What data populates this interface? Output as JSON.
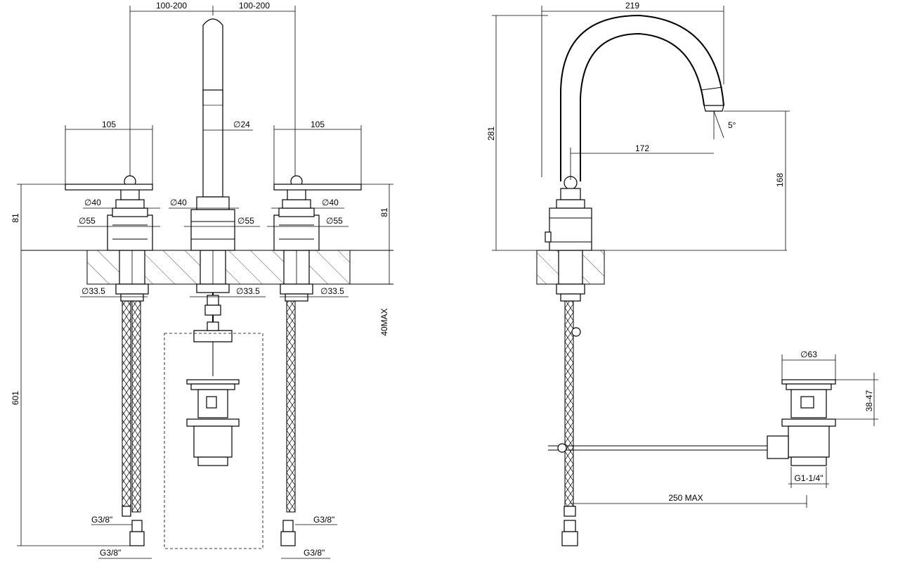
{
  "front_view": {
    "dims": {
      "spread_left": "100-200",
      "spread_right": "100-200",
      "handle_left": "105",
      "handle_right": "105",
      "spout_dia": "∅24",
      "collar_left": "∅40",
      "collar_mid": "∅40",
      "collar_right": "∅40",
      "base_left": "∅55",
      "base_mid": "∅55",
      "base_right": "∅55",
      "shank_left": "∅33.5",
      "shank_mid": "∅33.5",
      "shank_right": "∅33.5",
      "height_left": "81",
      "height_right": "81",
      "deck_max": "40MAX",
      "hose_length": "601",
      "thread_1": "G3/8\"",
      "thread_2": "G3/8\"",
      "thread_3": "G3/8\""
    }
  },
  "side_view": {
    "dims": {
      "reach_total": "219",
      "height_total": "281",
      "spout_angle": "5°",
      "spout_reach": "172",
      "spout_height": "168",
      "drain_dia": "∅63",
      "drain_height": "38-47",
      "drain_thread": "G1-1/4\"",
      "rod_max": "250 MAX"
    }
  }
}
